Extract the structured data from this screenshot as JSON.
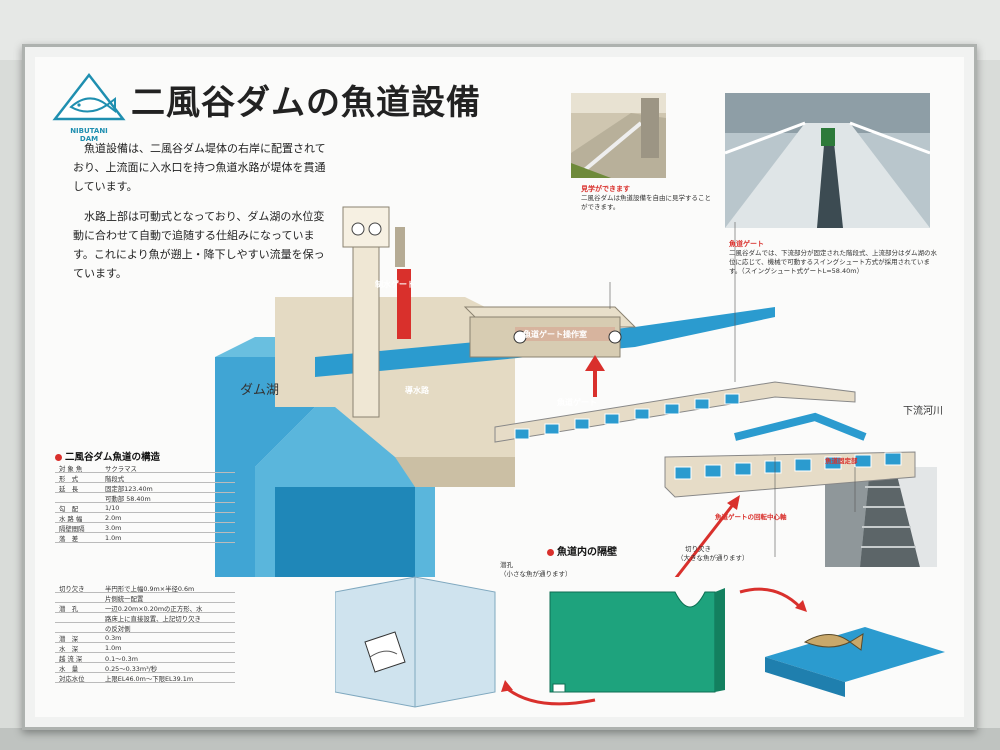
{
  "sign": {
    "title": "二風谷ダムの魚道設備",
    "logo": {
      "line1": "NIBUTANI",
      "line2": "DAM"
    },
    "intro_paragraphs": [
      "魚道設備は、二風谷ダム堤体の右岸に配置されており、上流面に入水口を持つ魚道水路が堤体を貫通しています。",
      "水路上部は可動式となっており、ダム湖の水位変動に合わせて自動で追随する仕組みになっています。これにより魚が遡上・降下しやすい流量を保っています。"
    ]
  },
  "diagram": {
    "lake_label": "ダム湖",
    "river_label": "下流河川",
    "intake_gate_label": "制水ゲート",
    "headrace_label": "導水路",
    "gate_room_label": "魚道ゲート操作室",
    "fishway_gate_label": "魚道ゲート",
    "fixed_section_label": "魚道固定部",
    "rotation_axis_label": "魚道ゲートの回転中心軸",
    "observation_title": "見学ができます",
    "observation_desc": "二風谷ダムは魚道設備を自由に見学することができます。",
    "gate_note_title": "魚道ゲート",
    "gate_note_desc": "二風谷ダムでは、下流部分が固定された階段式、上流部分はダム湖の水位に応じて、機械で可動するスイングシュート方式が採用されています。（スイングシュート式ゲートL=58.40m）"
  },
  "spec_table": {
    "heading": "二風谷ダム魚道の構造",
    "rows": [
      {
        "key": "対 象 魚",
        "value": "サクラマス"
      },
      {
        "key": "形　式",
        "value": "階段式"
      },
      {
        "key": "延　長",
        "value": "固定部123.40m"
      },
      {
        "key": "",
        "value": "可動部 58.40m"
      },
      {
        "key": "勾　配",
        "value": "1/10"
      },
      {
        "key": "水 路 幅",
        "value": "2.0m"
      },
      {
        "key": "隔壁間隔",
        "value": "3.0m"
      },
      {
        "key": "落　差",
        "value": "1.0m"
      }
    ],
    "rows2": [
      {
        "key": "切り欠き",
        "value": "半円形で上幅0.9m×半径0.6m"
      },
      {
        "key": "",
        "value": "片側統一配置"
      },
      {
        "key": "潜　孔",
        "value": "一辺0.20m×0.20mの正方形、水"
      },
      {
        "key": "",
        "value": "路床上に直接設置、上記切り欠き"
      },
      {
        "key": "",
        "value": "の反対側"
      },
      {
        "key": "潜　深",
        "value": "0.3m"
      },
      {
        "key": "水　深",
        "value": "1.0m"
      },
      {
        "key": "越 流 深",
        "value": "0.1～0.3m"
      },
      {
        "key": "水　量",
        "value": "0.25～0.33m³/秒"
      },
      {
        "key": "対応水位",
        "value": "上限EL46.0m～下限EL39.1m"
      }
    ]
  },
  "partition": {
    "heading": "魚道内の隔壁",
    "hole_label": "潜孔",
    "hole_desc": "（小さな魚が通ります）",
    "notch_label": "切り欠き",
    "notch_desc": "（大きな魚が通ります）"
  },
  "colors": {
    "water": "#2b9bcf",
    "wall": "#d9cfb8",
    "accent": "#d9302c",
    "partition": "#1ea37d"
  }
}
